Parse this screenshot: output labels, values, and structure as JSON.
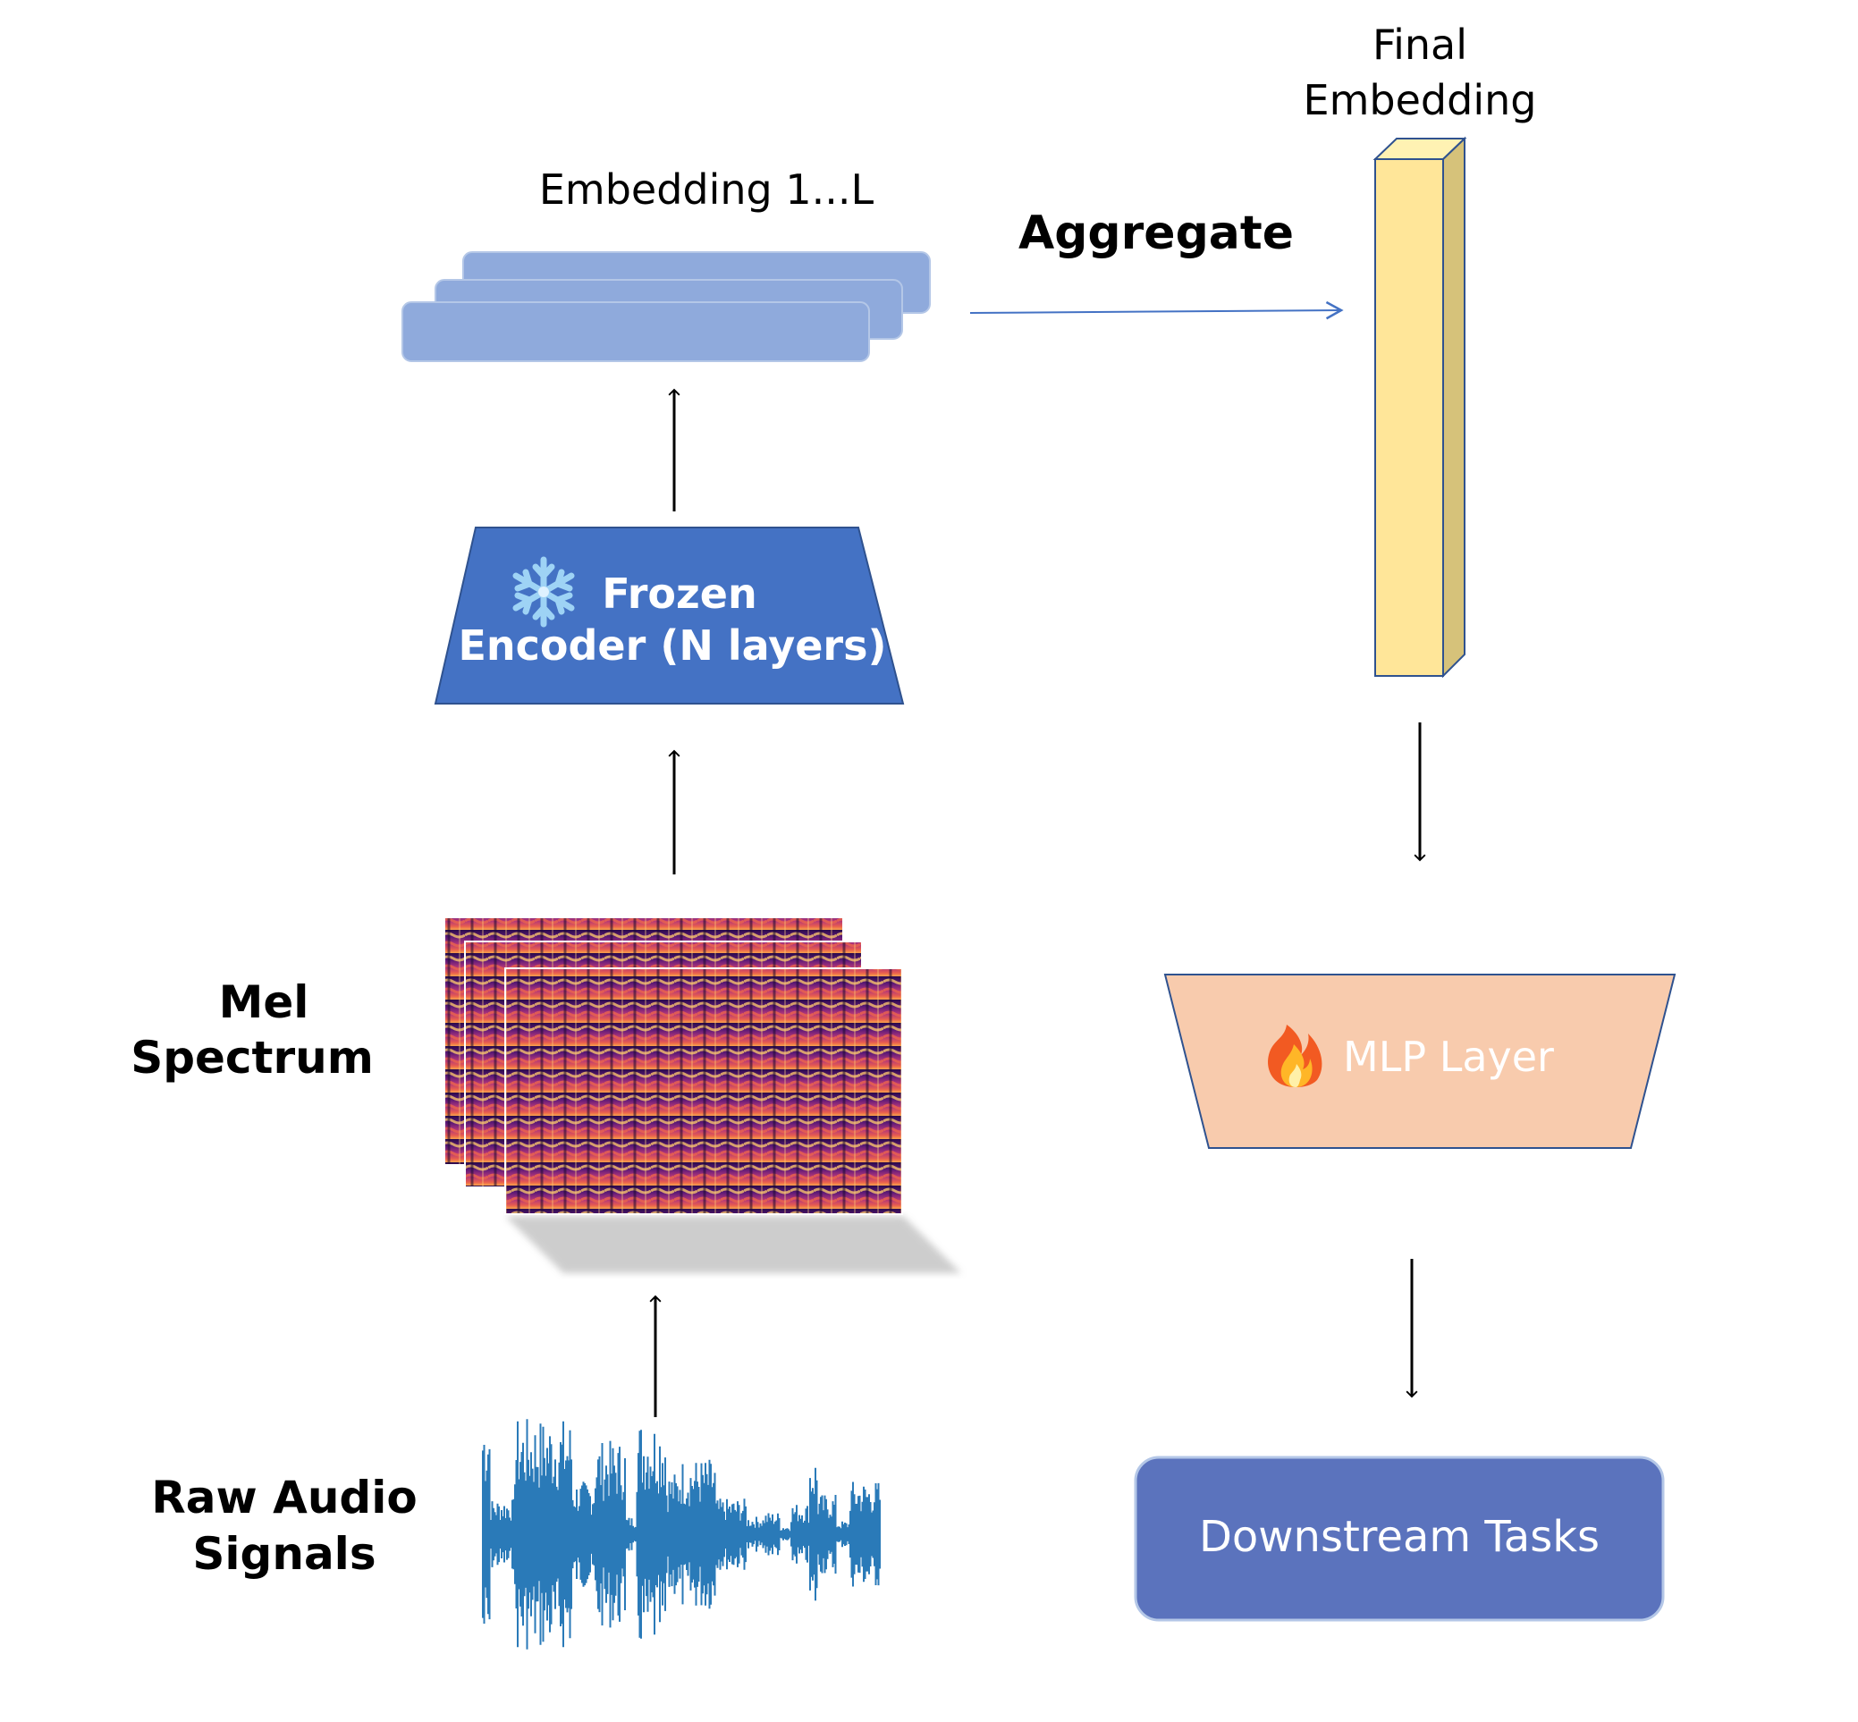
{
  "labels": {
    "embeddings": "Embedding 1...L",
    "aggregate": "Aggregate",
    "final_embedding_line1": "Final",
    "final_embedding_line2": "Embedding",
    "encoder_line1": "Frozen",
    "encoder_line2": "Encoder (N layers)",
    "mel_line1": "Mel",
    "mel_line2": "Spectrum",
    "raw_line1": "Raw Audio",
    "raw_line2": "Signals",
    "mlp": "MLP Layer",
    "downstream": "Downstream Tasks"
  },
  "icons": {
    "encoder_icon": "snowflake-icon",
    "mlp_icon": "fire-icon"
  },
  "colors": {
    "embedding_fill": "#8faadc",
    "embedding_stroke": "#b4c7e7",
    "encoder_fill": "#4472c4",
    "final_front": "#ffe699",
    "final_side": "#d6c27a",
    "final_stroke": "#2f528f",
    "mlp_fill": "#f8cbad",
    "downstream_fill": "#5b73bd",
    "aggregate_arrow": "#4472c4",
    "waveform": "#2a7ab8"
  }
}
